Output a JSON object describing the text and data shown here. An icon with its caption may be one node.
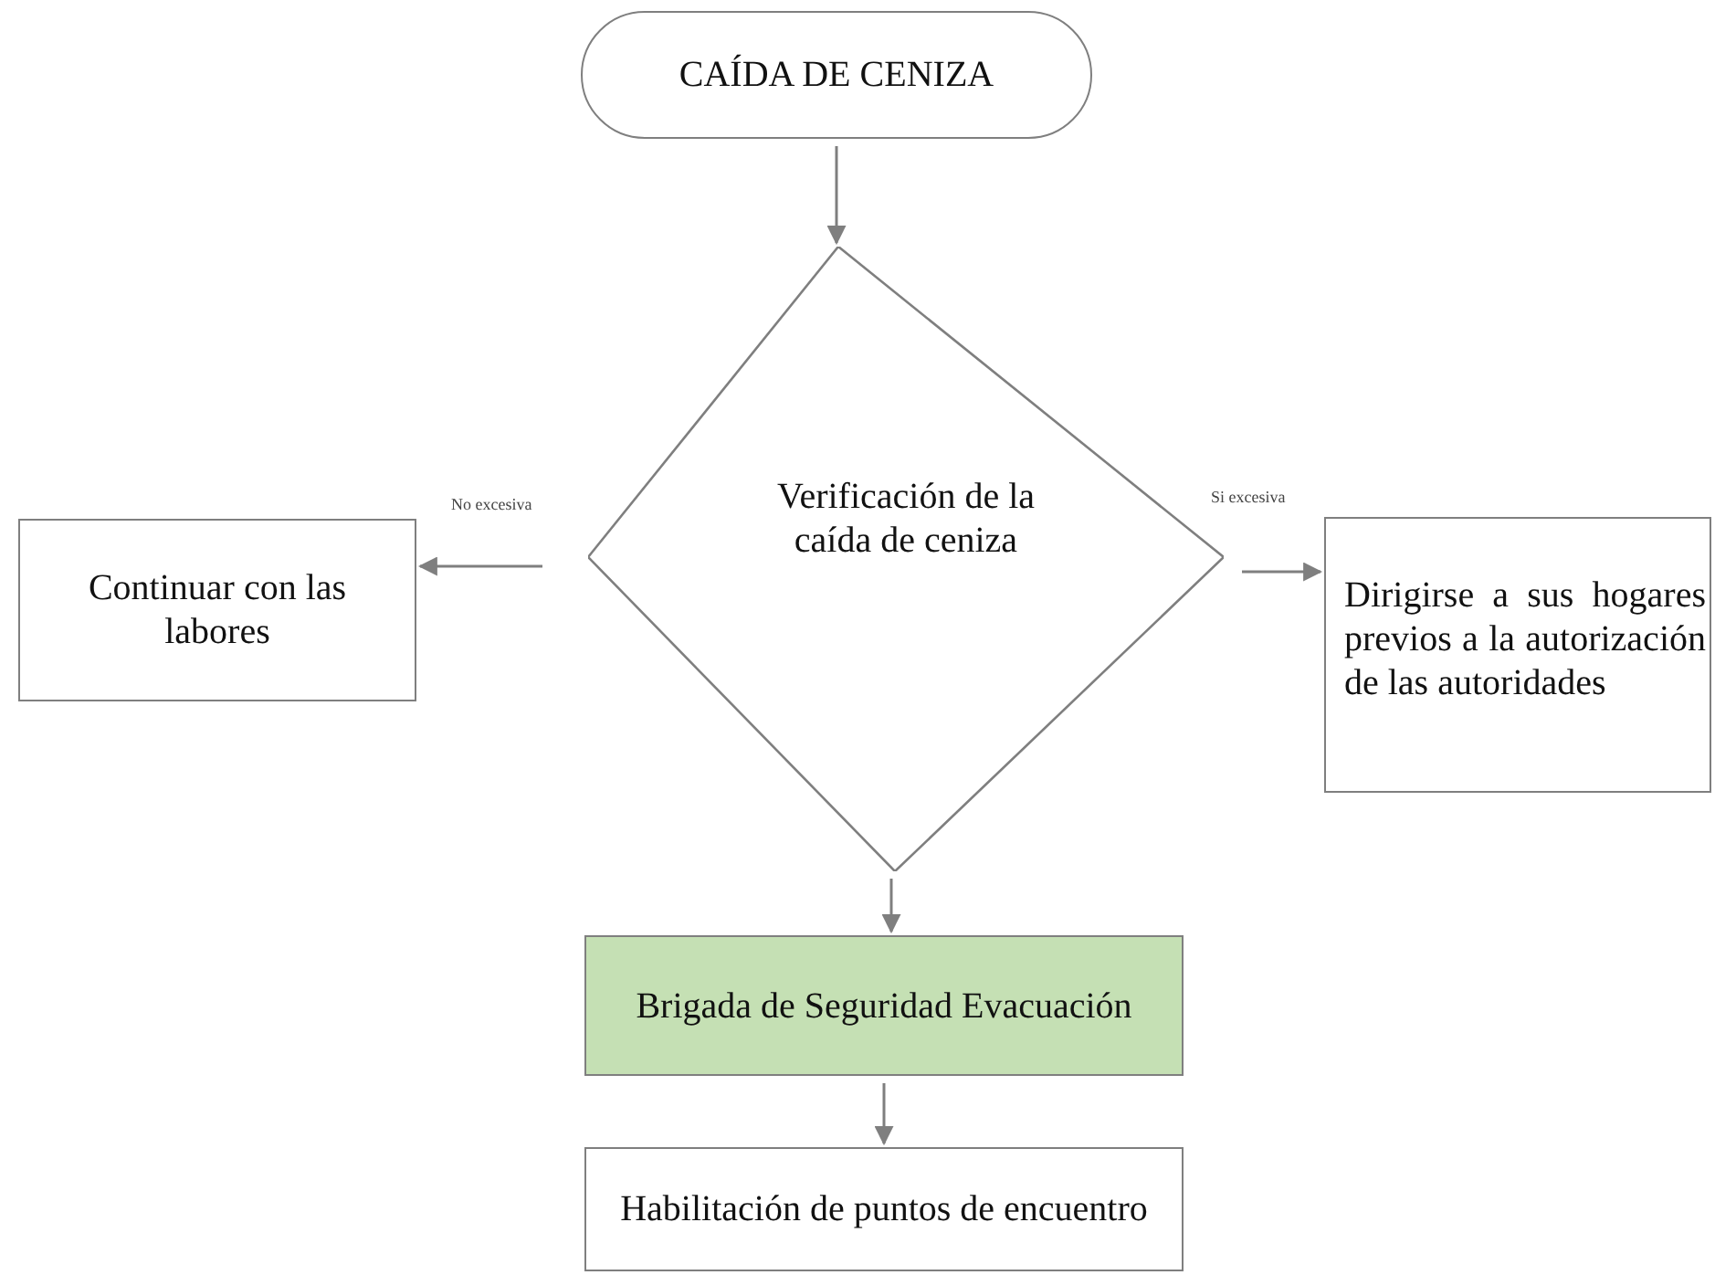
{
  "diagram": {
    "nodes": [
      {
        "text": [
          "CAÍDA DE CENIZA"
        ]
      },
      {
        "text": [
          "Verificación de la caída de ceniza"
        ]
      },
      {
        "text": [
          "Continuar con las labores"
        ]
      },
      {
        "text": [
          "Dirigirse a sus hogares previos a la autorización de las autoridades"
        ]
      },
      {
        "text": [
          "Brigada de Seguridad Evacuación"
        ]
      },
      {
        "text": [
          "Habilitación de puntos de encuentro"
        ]
      }
    ],
    "edges": [
      {
        "from": 0,
        "to": 1,
        "arrow": "to"
      },
      {
        "from": 1,
        "to": 2,
        "arrow": "to",
        "label": "No excesiva"
      },
      {
        "from": 1,
        "to": 3,
        "arrow": "to",
        "label": "Si excesiva"
      },
      {
        "from": 1,
        "to": 4,
        "arrow": "to"
      },
      {
        "from": 4,
        "to": 5,
        "arrow": "to"
      }
    ]
  }
}
